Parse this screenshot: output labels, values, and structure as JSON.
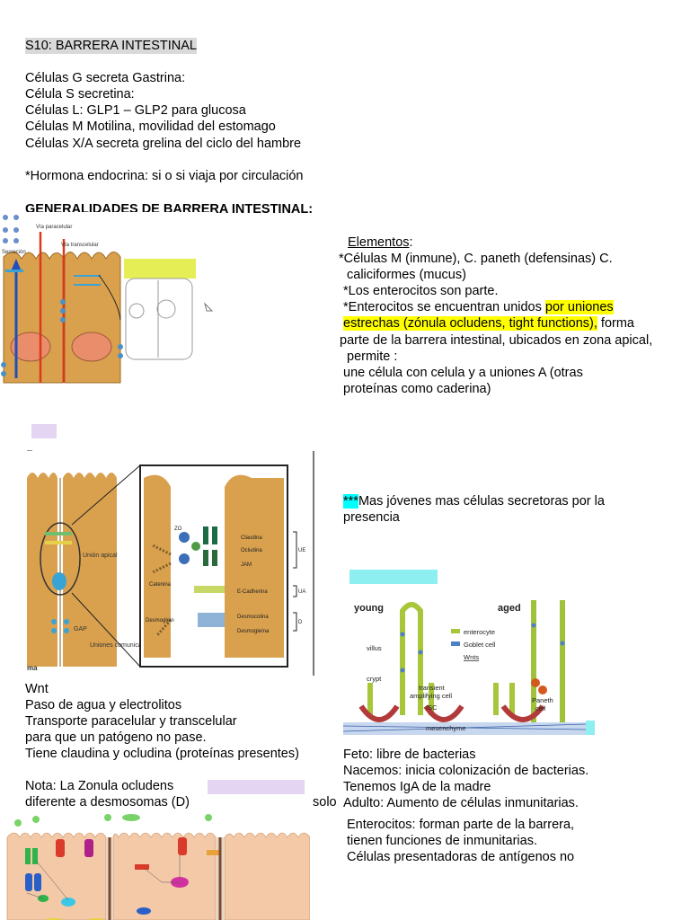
{
  "title": "S10: BARRERA INTESTINAL",
  "hormones": [
    "Células G secreta Gastrina:",
    "Célula S secretina:",
    "Células L: GLP1 – GLP2 para glucosa",
    "Células M Motilina, movilidad del estomago",
    "Células X/A secreta grelina del ciclo del hambre"
  ],
  "endocrine_note": "*Hormona endocrina: si o si viaja por circulación",
  "generalidades_heading": "GENERALIDADES DE BARRERA INTESTINAL:",
  "elementos": {
    "heading": "Elementos",
    "colon": ":",
    "line1": "*Células M (inmune), C. paneth (defensinas) C.",
    "line2": "caliciformes (mucus)",
    "line3": "*Los enterocitos son parte.",
    "line4_pre": "*Enterocitos se encuentran unidos ",
    "line4_hl": "por uniones",
    "line5_hl": "estrechas (zónula ocludens, tight functions),",
    "line5_post": " forma",
    "line6": "parte de la barrera intestinal, ubicados en zona apical,",
    "line7": "permite :",
    "line8": "une célula con celula y a uniones A (otras",
    "line9": "proteínas  como caderina)"
  },
  "jovenes": {
    "marks": "***",
    "line1": "Mas jóvenes mas células secretoras por la",
    "line2": "presencia"
  },
  "figure1_labels": {
    "paracelular": "Vía paracelular",
    "transcelular": "Vía transcelular",
    "secrecion": "Secreción"
  },
  "figure2_labels": {
    "zo": "ZO",
    "claudina": "Claudina",
    "ocludina": "Ocludina",
    "jam": "JAM",
    "catenina": "Catenina",
    "e_cadherina": "E-Cadherina",
    "desmoglein": "Desmoglein",
    "desmocolina": "Desmocolina",
    "desmogleina": "Desmogleína",
    "union_apical": "Unión apical",
    "gap": "GAP",
    "uniones_comunicantes": "Uniones comunicantes",
    "ue": "UE",
    "ua": "UA",
    "d": "D",
    "ma": "ma"
  },
  "figure3_labels": {
    "young": "young",
    "aged": "aged",
    "villus": "villus",
    "crypt": "crypt",
    "enterocyte": "enterocyte",
    "goblet": "Goblet cell",
    "wnts": "Wnts",
    "transient": "transient",
    "amplifying": "amplifying cell",
    "isc": "ISC",
    "paneth": "Paneth",
    "cell": "cell",
    "mesenchyme": "mesenchyme"
  },
  "wnt_block": [
    "Wnt",
    "Paso de agua y electrolitos",
    "Transporte paracelular y transcelular",
    "para que un patógeno no pase.",
    "Tiene claudina y ocludina (proteínas presentes)"
  ],
  "nota": {
    "line1": "Nota: La Zonula ocludens",
    "line2": "diferente a desmosomas (D)",
    "solo": "solo"
  },
  "colonizacion": [
    "Feto: libre de bacterias",
    "Nacemos: inicia colonización de bacterias.",
    "Tenemos IgA de la  madre",
    "Adulto: Aumento de células inmunitarias."
  ],
  "enterocitos": [
    "Enterocitos: forman parte de la barrera,",
    "tienen  funciones de inmunitarias.",
    "Células presentadoras de antígenos no"
  ],
  "colors": {
    "cell": "#d9a14e",
    "cell_dark": "#b57a2a",
    "nucleus": "#e98d6a",
    "highlight_yellow": "#ffff00",
    "highlight_cyan": "#00ffff",
    "highlight_gray": "#d9d9d9",
    "lavender": "#e4d5f2"
  }
}
